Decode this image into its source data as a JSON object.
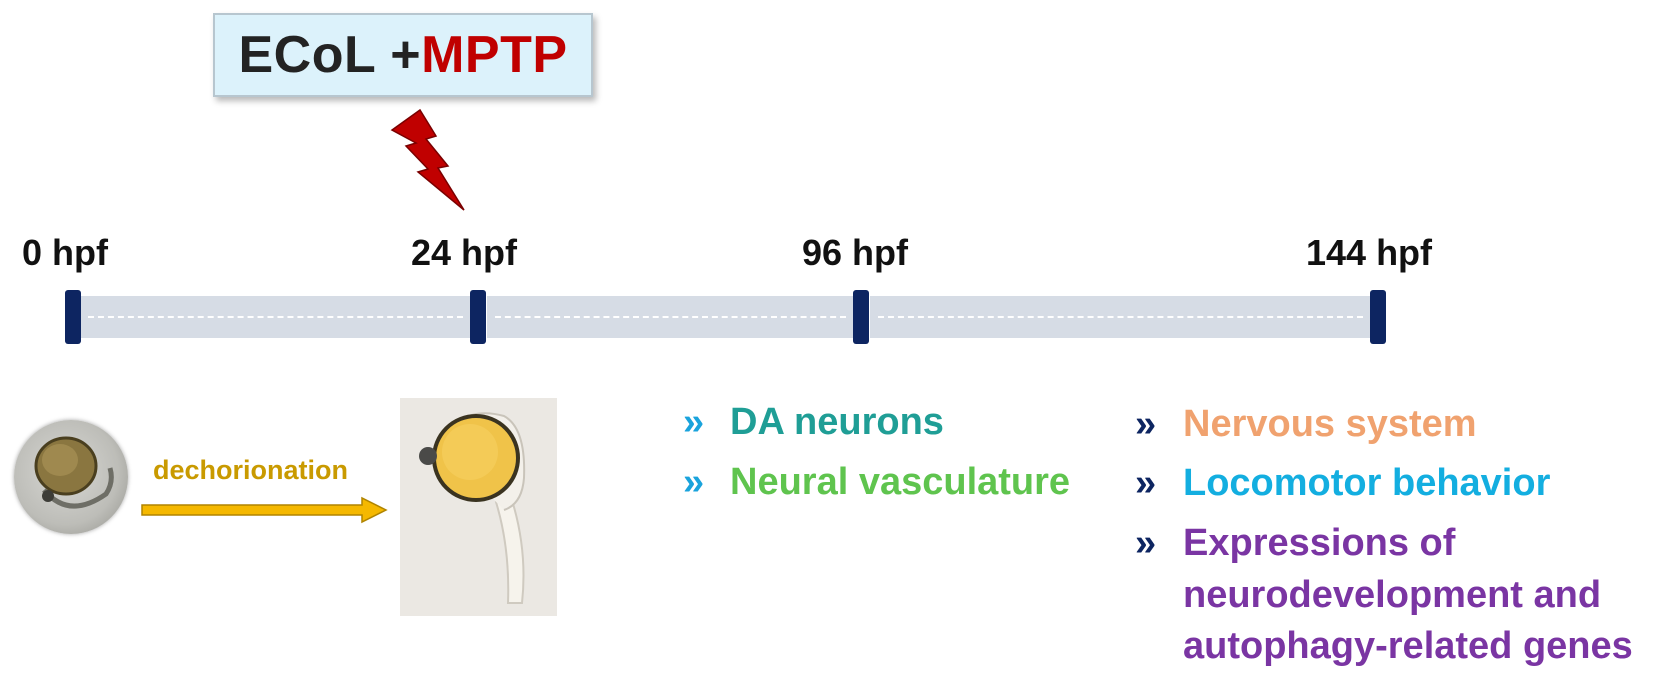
{
  "treatment": {
    "left": "ECoL + ",
    "right": "MPTP"
  },
  "timeline": {
    "points": [
      {
        "label": "0 hpf"
      },
      {
        "label": "24 hpf"
      },
      {
        "label": "96 hpf"
      },
      {
        "label": "144 hpf"
      }
    ]
  },
  "procedure": {
    "step_label": "dechorionation"
  },
  "endpoints_96": [
    {
      "label": "DA neurons",
      "color": "#1f9e96"
    },
    {
      "label": "Neural vasculature",
      "color": "#5fc44e"
    }
  ],
  "endpoints_144": [
    {
      "label": "Nervous system",
      "color": "#f0a26f"
    },
    {
      "label": "Locomotor behavior",
      "color": "#13aee0"
    },
    {
      "label_lines": [
        "Expressions of",
        "neurodevelopment and",
        "autophagy-related genes"
      ],
      "color": "#7a35a3"
    }
  ],
  "colors": {
    "tick": "#0d2561",
    "bar": "#d6dce5",
    "bolt": "#c00000",
    "arrow": "#f5b800",
    "chevron_96": "#1aa3dc",
    "chevron_144": "#0d2561"
  }
}
